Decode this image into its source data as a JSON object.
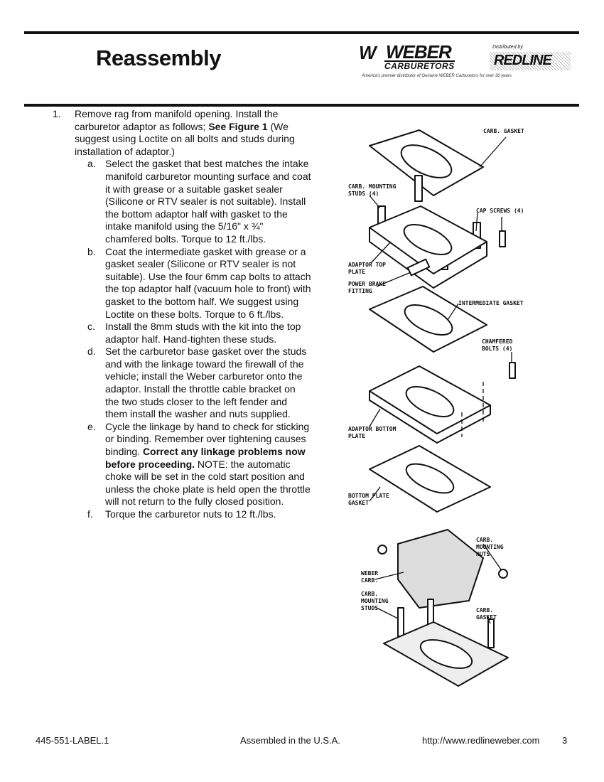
{
  "header": {
    "title": "Reassembly",
    "logo": {
      "brand_mark": "W",
      "brand": "WEBER",
      "subbrand": "CARBURETORS",
      "distributed_by": "Distributed by",
      "distributor": "REDLINE",
      "tagline": "America's premier distributor of Genuine WEBER Carburetors for over 30 years"
    }
  },
  "steps": [
    {
      "number": "1.",
      "intro_a": "Remove rag from manifold opening. Install the carburetor adaptor as follows; ",
      "intro_b": "See Figure 1",
      "intro_c": " (We suggest using Loctite on all bolts and studs during installation of adaptor.)",
      "substeps": [
        {
          "letter": "a.",
          "text": "Select the gasket that best matches the intake manifold carburetor mounting surface and coat it with grease or a suitable gasket sealer (Silicone or RTV sealer is not suitable). Install the bottom adaptor half with gasket to the intake manifold using the 5/16\" x ¾\" chamfered bolts. Torque to 12 ft./lbs."
        },
        {
          "letter": "b.",
          "text": "Coat the intermediate gasket with grease or a gasket sealer (Silicone or RTV sealer is not suitable). Use the four 6mm cap bolts to attach the top adaptor half (vacuum hole to front) with gasket to the bottom half. We suggest using Loctite on these bolts. Torque to 6 ft./lbs."
        },
        {
          "letter": "c.",
          "text": "Install the 8mm studs with the kit into the top adaptor half. Hand-tighten these studs."
        },
        {
          "letter": "d.",
          "text": "Set the carburetor base gasket over the studs and with the linkage toward the firewall of the vehicle; install the Weber carburetor onto the adaptor. Install the throttle cable bracket on the two studs closer to the left fender and them install the washer and nuts supplied."
        },
        {
          "letter": "e.",
          "text_a": "Cycle the linkage by hand to check for sticking or binding. Remember over tightening causes binding. ",
          "text_b": "Correct any linkage problems now before proceeding.",
          "text_c": " NOTE: the automatic choke will be set in the cold start position and unless the choke plate is held open the throttle will not return to the fully closed position."
        },
        {
          "letter": "f.",
          "text": " Torque the carburetor nuts to 12 ft./lbs."
        }
      ]
    }
  ],
  "figure_labels": {
    "carb_gasket": "CARB. GASKET",
    "carb_mounting_studs_1": "CARB. MOUNTING",
    "carb_mounting_studs_2": "STUDS (4)",
    "cap_screws": "CAP SCREWS (4)",
    "adaptor_top_1": "ADAPTOR TOP",
    "adaptor_top_2": "PLATE",
    "power_brake_1": "POWER BRAKE",
    "power_brake_2": "FITTING",
    "intermediate_gasket": "INTERMEDIATE GASKET",
    "chamfered_1": "CHAMFERED",
    "chamfered_2": "BOLTS (4)",
    "adaptor_bottom_1": "ADAPTOR BOTTOM",
    "adaptor_bottom_2": "PLATE",
    "bottom_gasket_1": "BOTTOM PLATE",
    "bottom_gasket_2": "GASKET",
    "fig2_mounting_nuts_1": "CARB.",
    "fig2_mounting_nuts_2": "MOUNTING",
    "fig2_mounting_nuts_3": "NUTS",
    "fig2_weber_1": "WEBER",
    "fig2_weber_2": "CARB.",
    "fig2_studs_1": "CARB.",
    "fig2_studs_2": "MOUNTING",
    "fig2_studs_3": "STUDS",
    "fig2_gasket_1": "CARB.",
    "fig2_gasket_2": "GASKET"
  },
  "footer": {
    "part_number": "445-551-LABEL.1",
    "assembled": "Assembled in the U.S.A.",
    "url": "http://www.redlineweber.com",
    "page": "3"
  }
}
